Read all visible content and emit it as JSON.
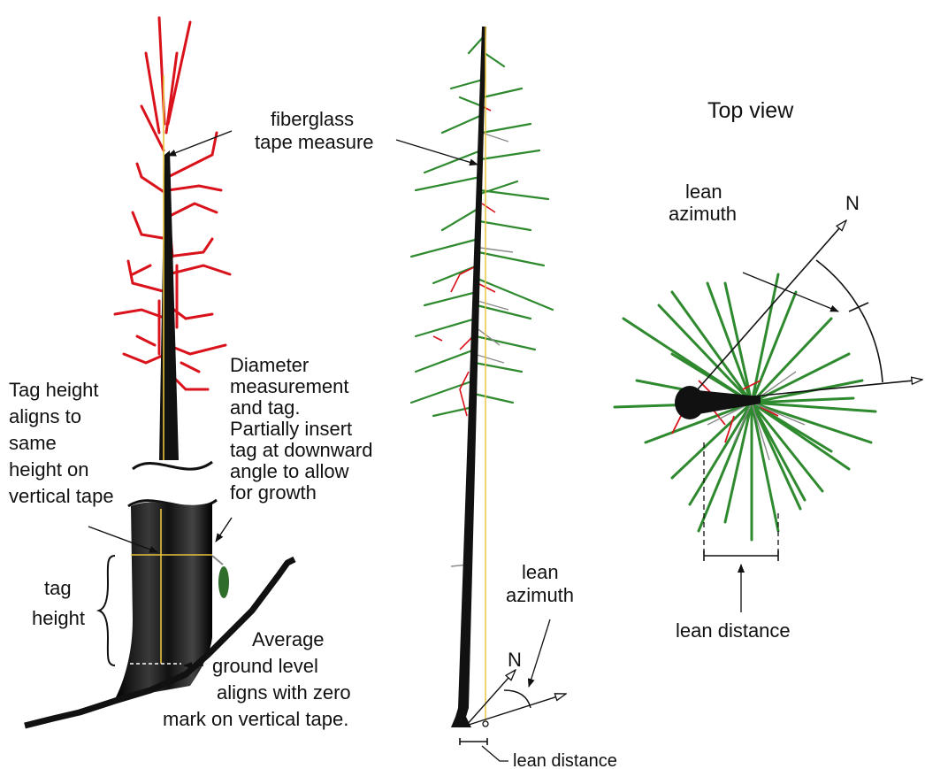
{
  "labels": {
    "fiberglass_1": "fiberglass",
    "fiberglass_2": "tape measure",
    "diameter": [
      "Diameter",
      "measurement",
      "and tag.",
      "Partially insert",
      "tag at downward",
      "angle to allow",
      "for growth"
    ],
    "tag_height_aligns": [
      "Tag height",
      "aligns to",
      "same",
      "height on",
      "vertical tape"
    ],
    "tag_height": [
      "tag",
      "height"
    ],
    "average_ground": [
      "Average",
      "ground level",
      "aligns with zero",
      "mark on vertical tape."
    ],
    "lean_azimuth_mid": [
      "lean",
      "azimuth"
    ],
    "north_mid": "N",
    "lean_distance_mid": "lean distance",
    "top_view": "Top view",
    "lean_azimuth_right": [
      "lean",
      "azimuth"
    ],
    "north_right": "N",
    "lean_distance_right": "lean distance"
  },
  "colors": {
    "trunk": "#111111",
    "branches_red": "#d9121b",
    "branches_green": "#2f8a2f",
    "tape": "#e8c23a",
    "leaf_tag": "#2f6d2a"
  }
}
